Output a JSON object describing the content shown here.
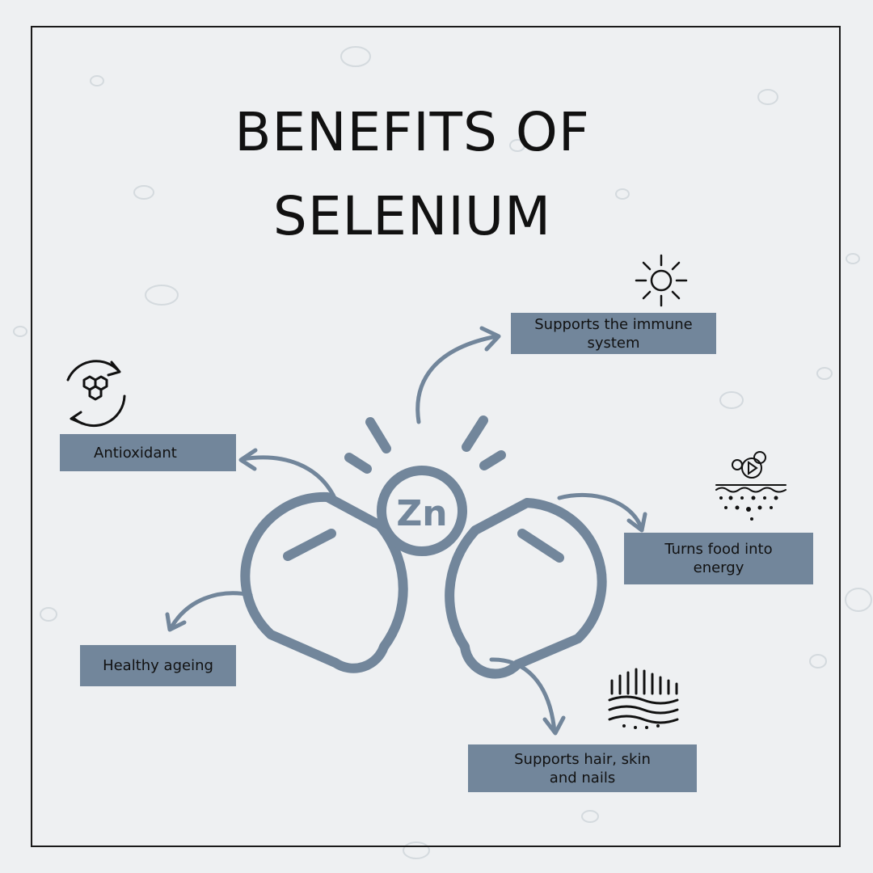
{
  "title": {
    "line1": "BENEFITS OF",
    "line2": "SELENIUM"
  },
  "center": {
    "symbol": "Zn"
  },
  "benefits": {
    "immune": {
      "line1": "Supports the immune",
      "line2": "system",
      "icon": "sun-icon"
    },
    "antioxidant": {
      "line1": "Antioxidant",
      "icon": "molecule-cycle-icon"
    },
    "energy": {
      "line1": "Turns food into",
      "line2": "energy",
      "icon": "digestion-bubbles-icon"
    },
    "ageing": {
      "line1": "Healthy ageing"
    },
    "hair": {
      "line1": "Supports hair, skin",
      "line2": "and nails",
      "icon": "hair-skin-layers-icon"
    }
  },
  "colors": {
    "accent": "#72869b",
    "text": "#111111",
    "background": "#eef0f2"
  }
}
